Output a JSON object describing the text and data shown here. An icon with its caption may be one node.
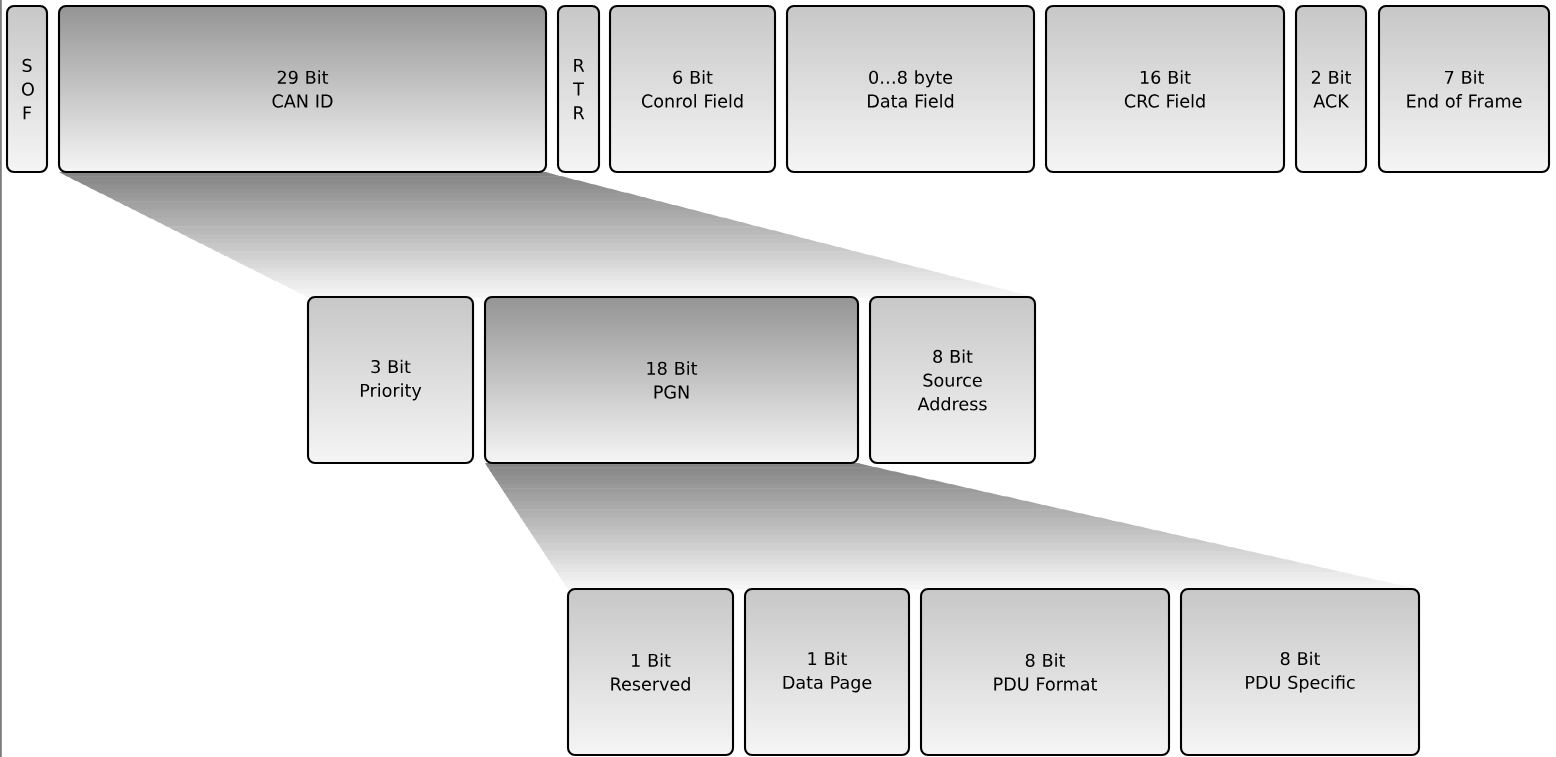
{
  "diagram": {
    "nodes": [
      {
        "text": [
          "S O F"
        ]
      },
      {
        "text": [
          "29 Bit",
          "CAN ID"
        ]
      },
      {
        "text": [
          "R T R"
        ]
      },
      {
        "text": [
          "6 Bit",
          "Conrol Field"
        ]
      },
      {
        "text": [
          "0…8 byte",
          "Data Field"
        ]
      },
      {
        "text": [
          "16 Bit",
          "CRC Field"
        ]
      },
      {
        "text": [
          "2 Bit",
          "ACK"
        ]
      },
      {
        "text": [
          "7 Bit",
          "End of Frame"
        ]
      },
      {
        "text": [
          "3 Bit",
          "Priority"
        ]
      },
      {
        "text": [
          "18 Bit",
          "PGN"
        ]
      },
      {
        "text": [
          "8 Bit",
          "Source Address"
        ]
      },
      {
        "text": [
          "1 Bit",
          "Reserved"
        ]
      },
      {
        "text": [
          "1 Bit",
          "Data Page"
        ]
      },
      {
        "text": [
          "8 Bit",
          "PDU Format"
        ]
      },
      {
        "text": [
          "8 Bit",
          "PDU Specific"
        ]
      }
    ]
  }
}
